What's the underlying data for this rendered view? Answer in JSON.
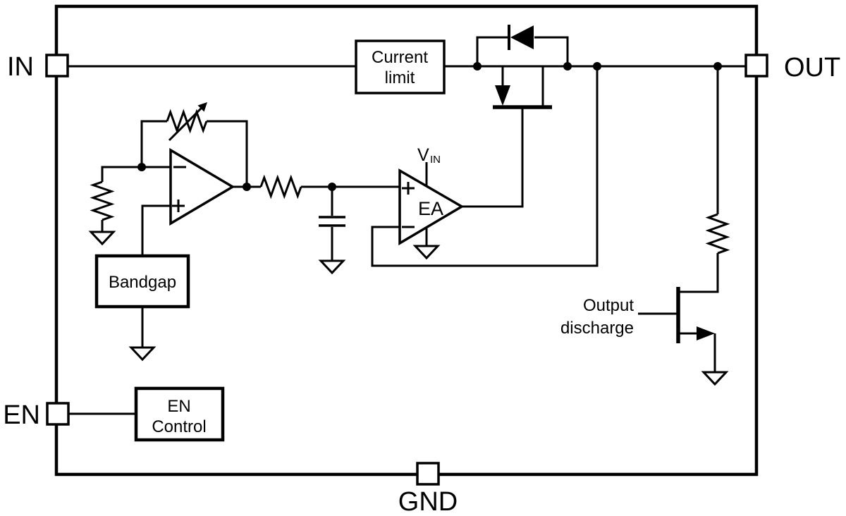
{
  "colors": {
    "line": "#000000",
    "background": "#ffffff",
    "text": "#000000"
  },
  "pins": {
    "in": "IN",
    "out": "OUT",
    "en": "EN",
    "gnd": "GND"
  },
  "blocks": {
    "current_limit": {
      "line1": "Current",
      "line2": "limit"
    },
    "bandgap": {
      "label": "Bandgap"
    },
    "en_control": {
      "line1": "EN",
      "line2": "Control"
    }
  },
  "amplifiers": {
    "first_stage": {
      "top_input": "−",
      "bottom_input": "+"
    },
    "error_amp": {
      "label": "EA",
      "top_input": "+",
      "bottom_input": "−",
      "supply_main": "V",
      "supply_sub": "IN"
    }
  },
  "annotations": {
    "output_discharge": {
      "line1": "Output",
      "line2": "discharge"
    }
  }
}
